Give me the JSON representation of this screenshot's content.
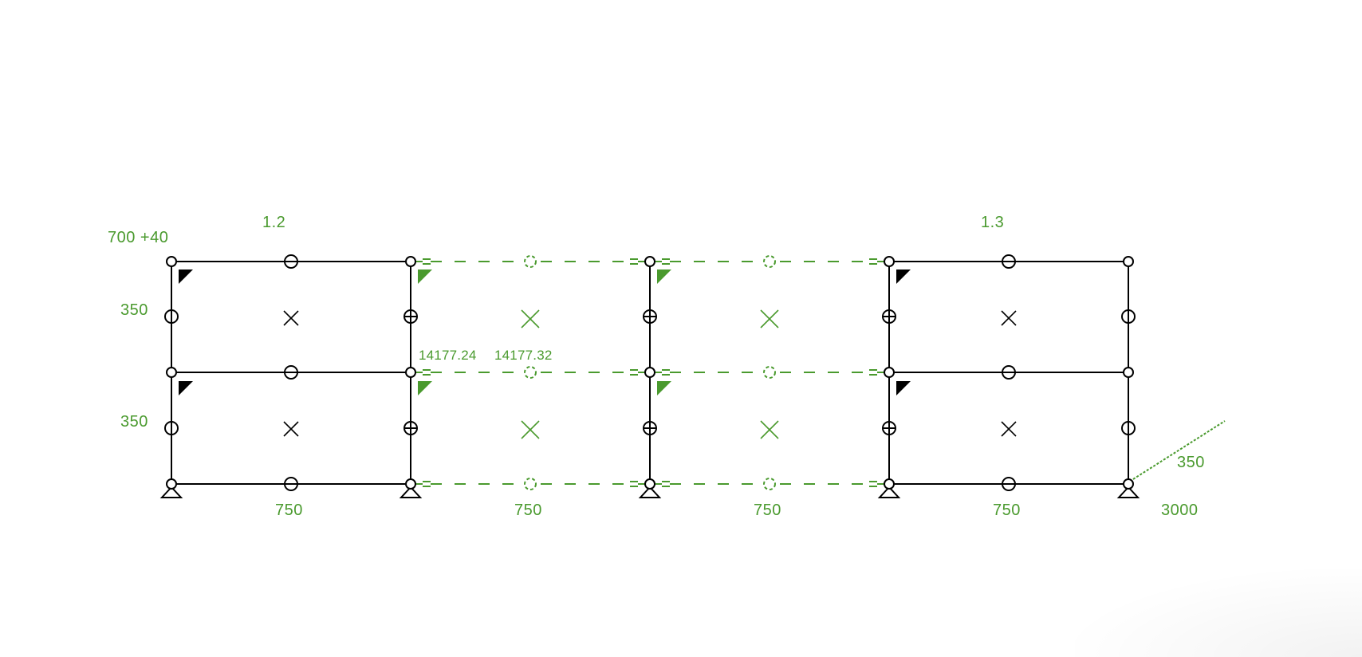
{
  "colors": {
    "background": "#ffffff",
    "structure_active": "#000000",
    "structure_inactive": "#4a9a2e",
    "labels": "#4a9a2e"
  },
  "frame": {
    "columns_x": [
      215,
      515,
      815,
      1115,
      1415
    ],
    "rows_y": [
      328,
      467,
      607
    ],
    "active_bays": [
      0,
      3
    ],
    "inactive_bays": [
      1,
      2
    ]
  },
  "labels": {
    "origin_elevation": "700 +40",
    "bay_group_left": "1.2",
    "bay_group_right": "1.3",
    "story_height_upper": "350",
    "story_height_lower": "350",
    "bay_widths": [
      "750",
      "750",
      "750",
      "750"
    ],
    "depth": "350",
    "total_length": "3000",
    "coord_left": "14177.24",
    "coord_right": "14177.32"
  },
  "icons": {
    "node": "node-circle-icon",
    "member_midpoint": "member-midpoint-icon",
    "column_midpoint": "column-midpoint-icon",
    "panel_center": "panel-cross-icon",
    "support": "pinned-support-icon",
    "corner_flag": "rigid-corner-flag-icon",
    "release": "member-release-icon"
  }
}
